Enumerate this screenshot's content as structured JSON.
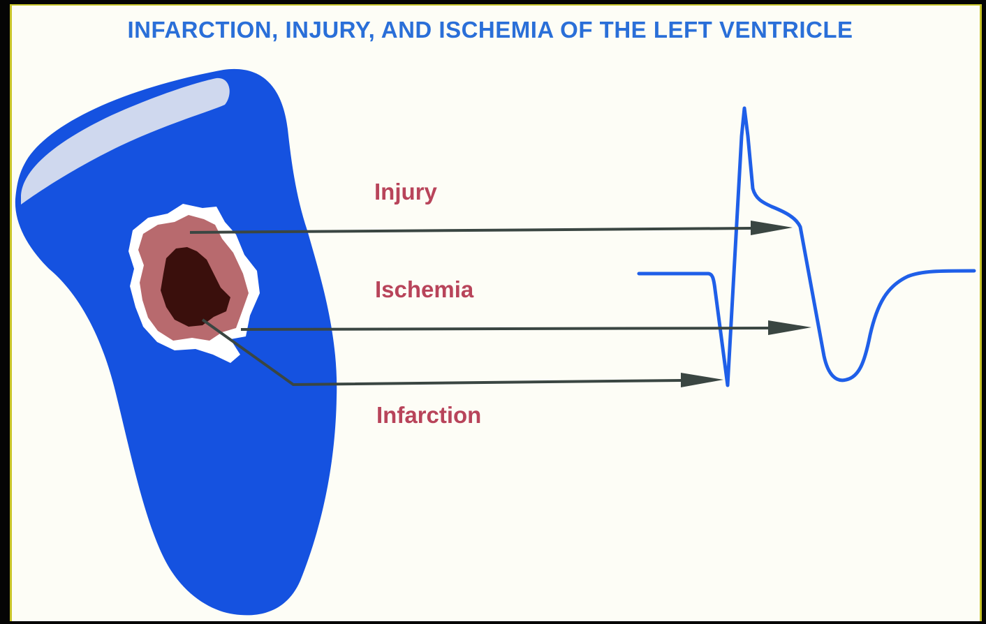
{
  "title": "INFARCTION, INJURY, AND ISCHEMIA OF THE LEFT VENTRICLE",
  "labels": {
    "injury": "Injury",
    "ischemia": "Ischemia",
    "infarction": "Infarction"
  },
  "colors": {
    "ventricle": "#1552e0",
    "highlight": "#cfd8ee",
    "ischemia_zone": "#b86a6e",
    "infarction_zone": "#3a0f0c",
    "ecg_trace": "#1f5fe8",
    "arrow": "#3a4642",
    "label": "#b8445a",
    "title": "#2a6fd8"
  }
}
